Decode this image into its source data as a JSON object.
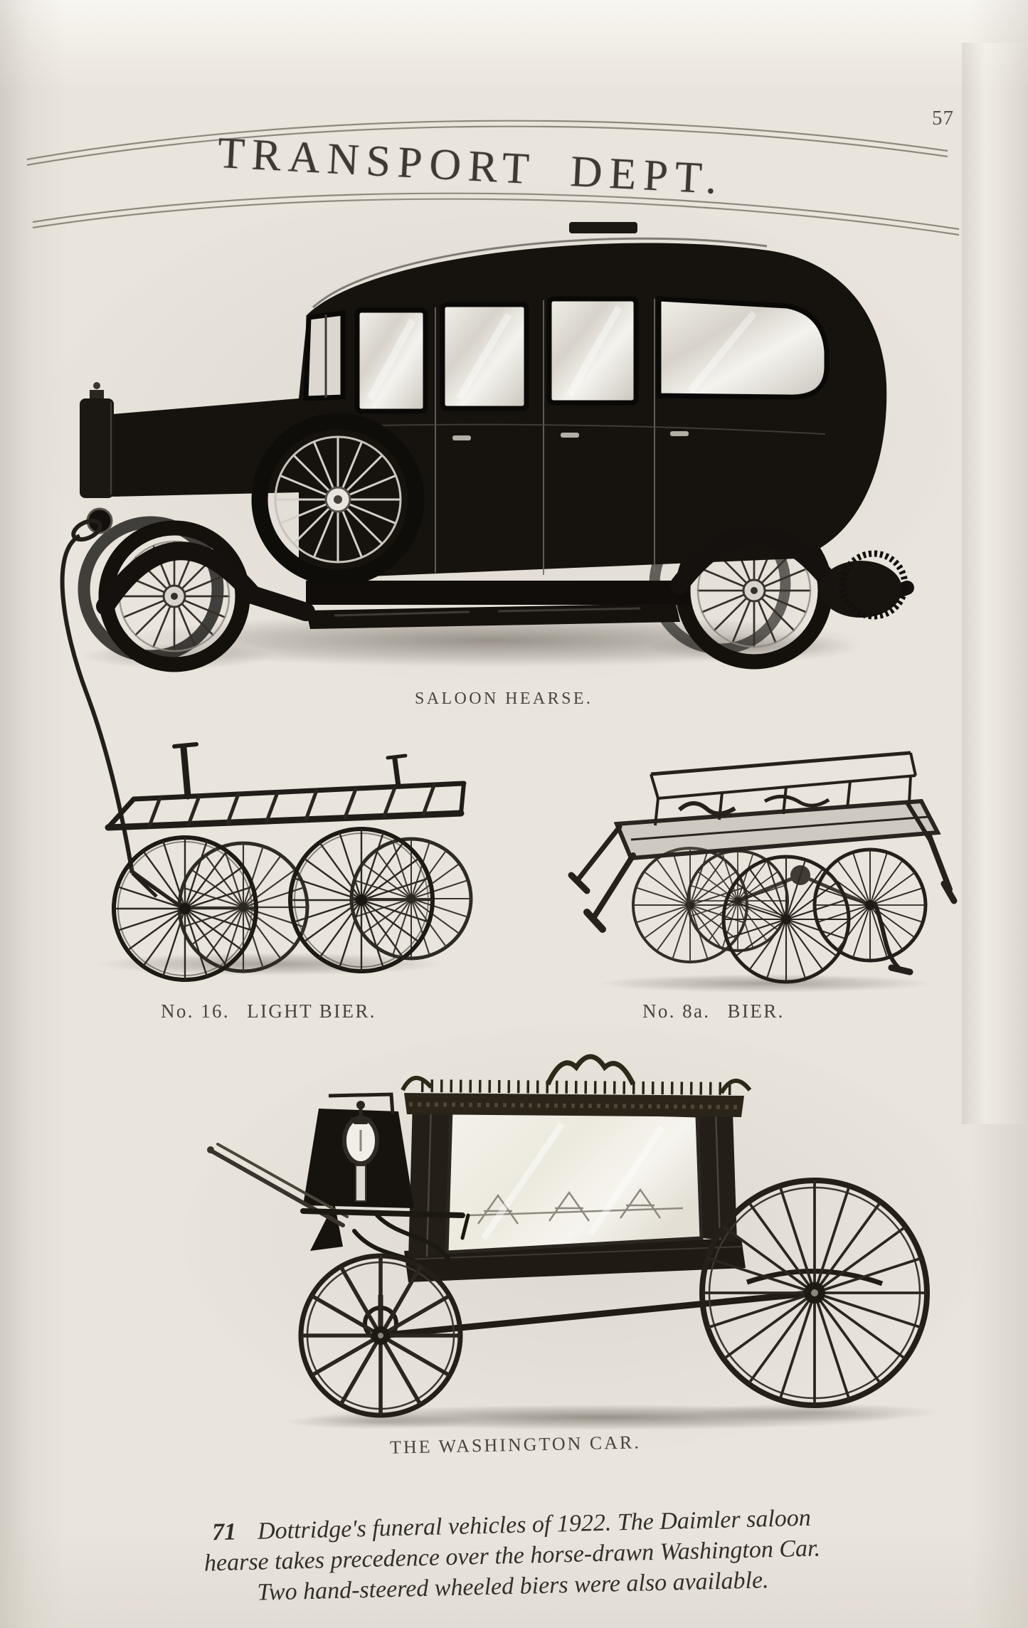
{
  "page_number": "57",
  "header": {
    "title": "TRANSPORT DEPT."
  },
  "figures": {
    "saloon_hearse": {
      "caption": "SALOON HEARSE."
    },
    "light_bier": {
      "caption_no": "No. 16.",
      "caption_label": "LIGHT BIER."
    },
    "bier_8a": {
      "caption_no": "No. 8a.",
      "caption_label": "BIER."
    },
    "washington_car": {
      "caption": "THE WASHINGTON CAR."
    }
  },
  "footer": {
    "figure_number": "71",
    "line1": "Dottridge's funeral vehicles of 1922. The Daimler saloon",
    "line2": "hearse takes precedence over the horse-drawn Washington Car.",
    "line3": "Two hand-steered wheeled biers were also available."
  },
  "colors": {
    "paper": "#e9e4dc",
    "ink": "#3c3831",
    "photo_black": "#16130e"
  }
}
